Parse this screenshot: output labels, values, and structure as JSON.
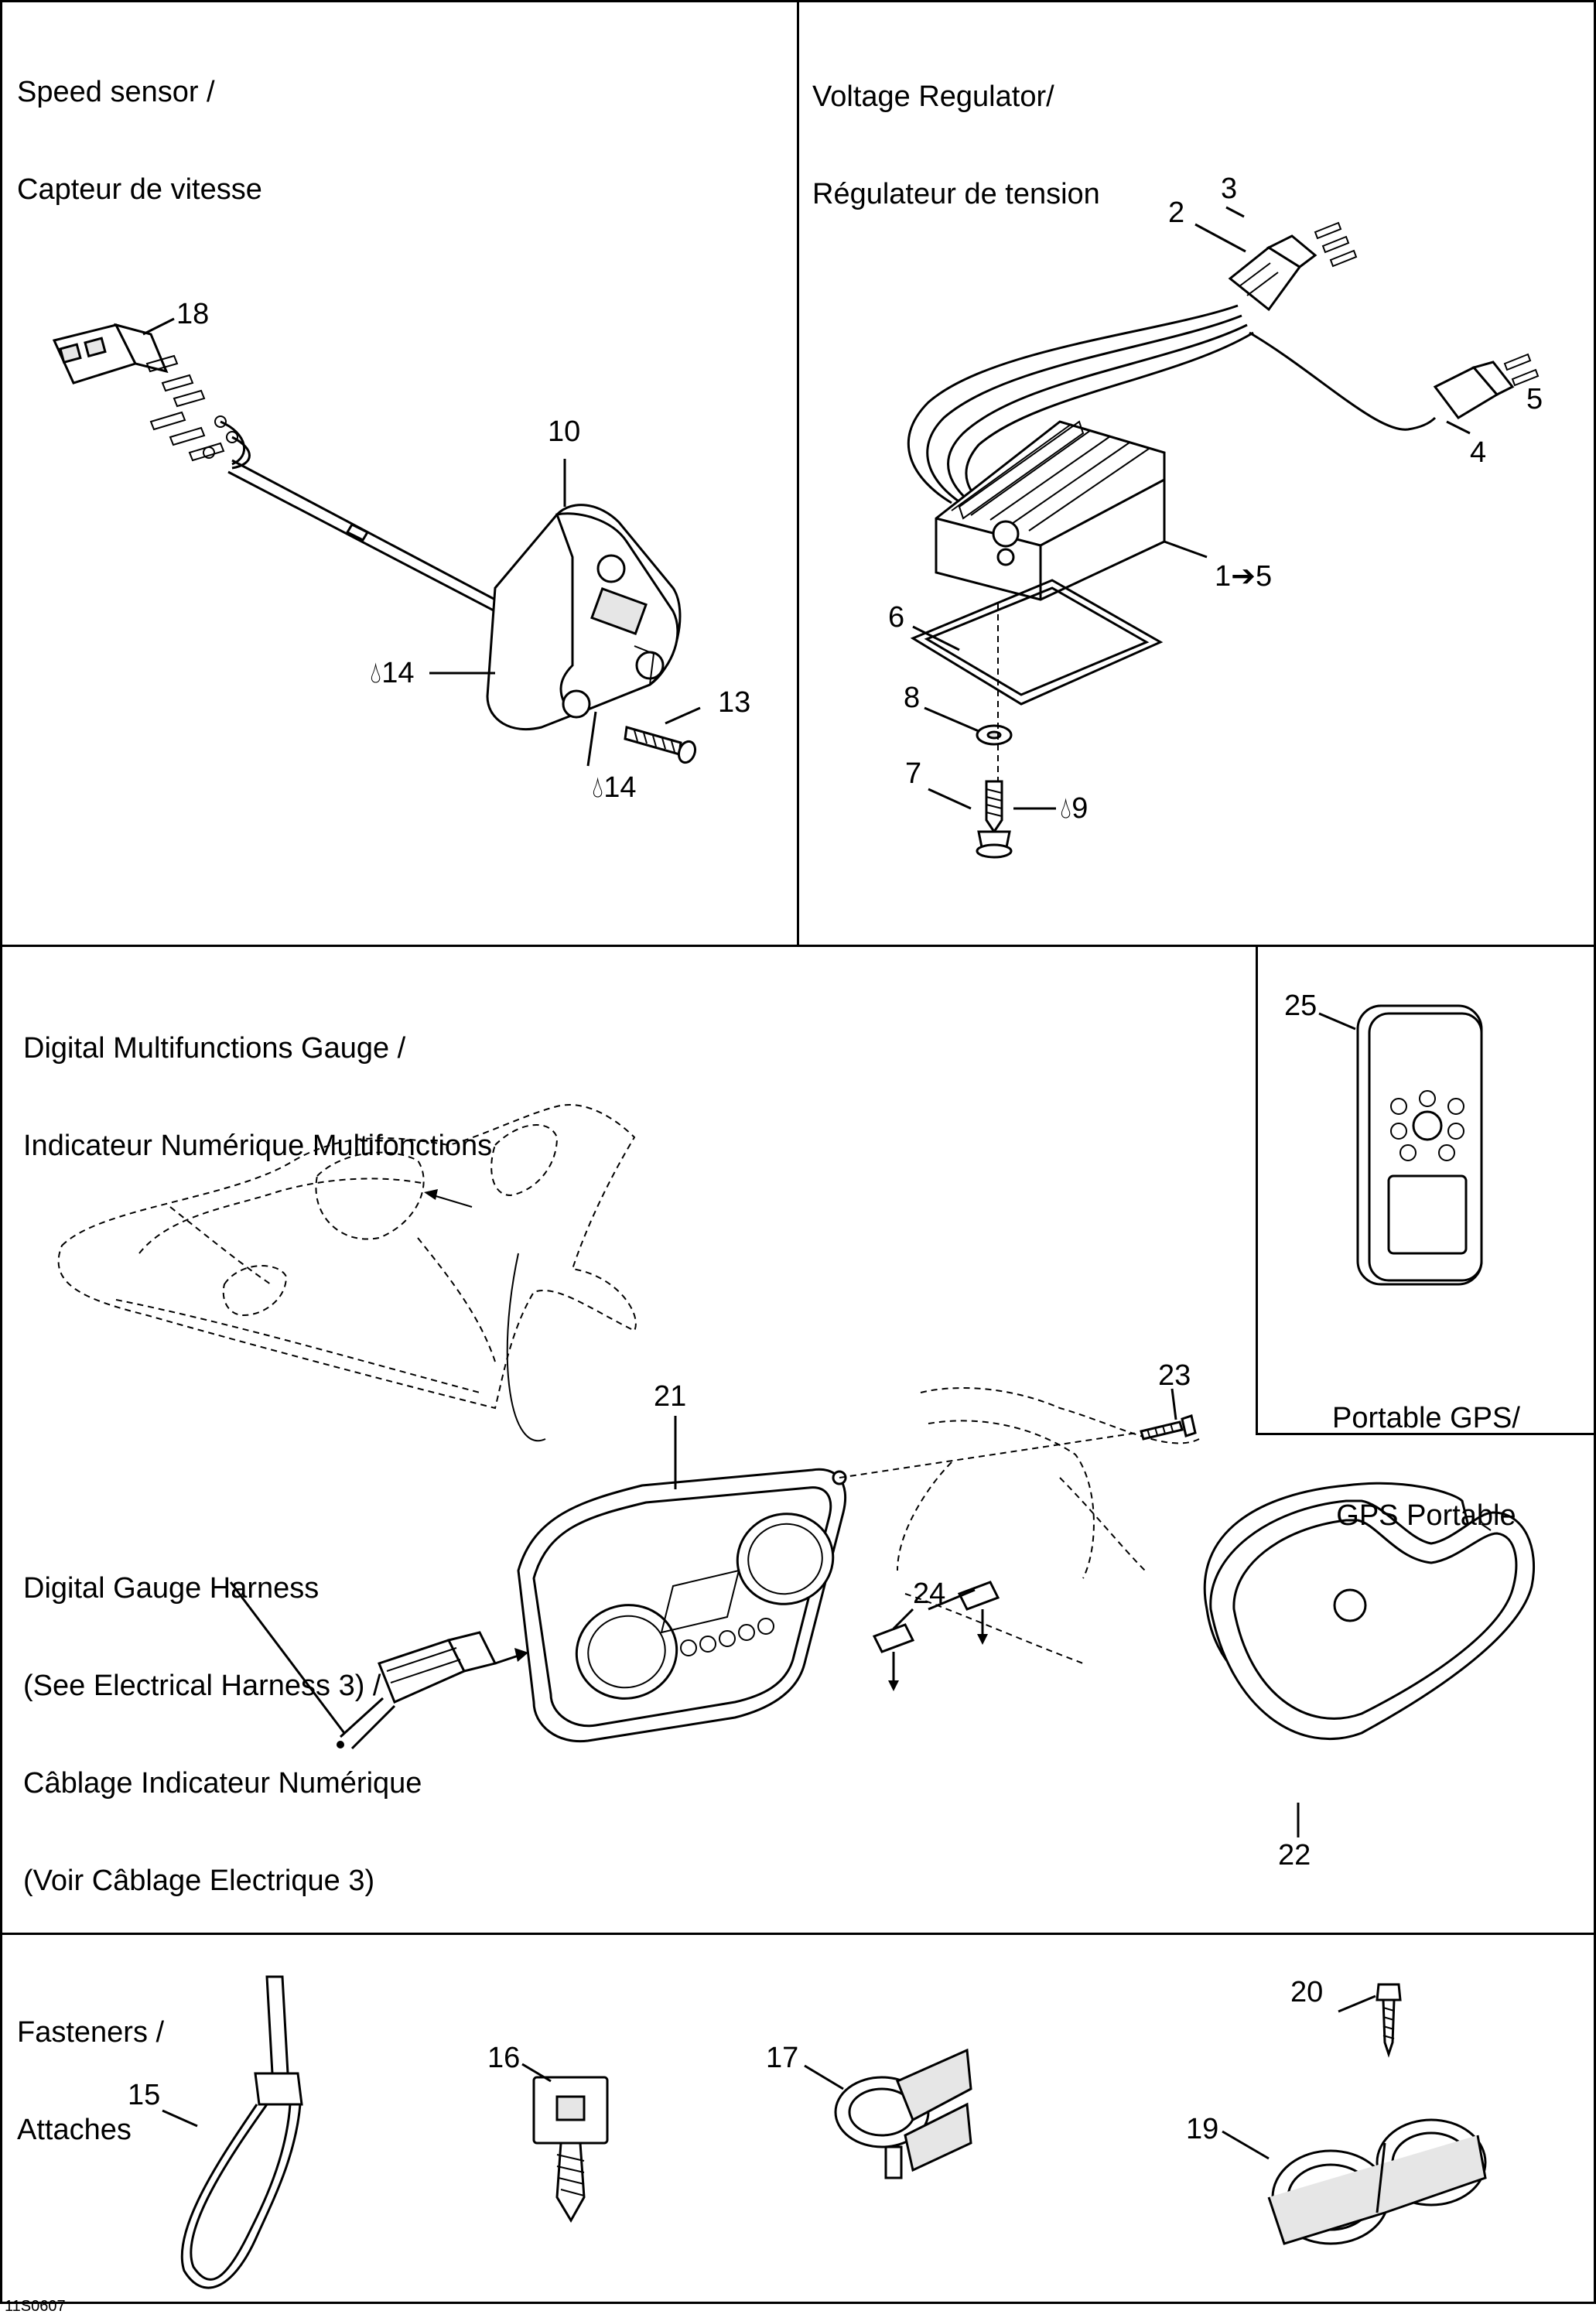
{
  "sections": {
    "speed_sensor": {
      "title_line1": "Speed sensor /",
      "title_line2": "Capteur de vitesse"
    },
    "voltage_regulator": {
      "title_line1": "Voltage Regulator/",
      "title_line2": "Régulateur de tension"
    },
    "digital_gauge": {
      "title_line1": "Digital Multifunctions Gauge /",
      "title_line2": "Indicateur Numérique Multifonctions"
    },
    "portable_gps": {
      "title_line1": "Portable GPS/",
      "title_line2": "GPS Portable"
    },
    "gauge_harness": {
      "line1": "Digital Gauge Harness",
      "line2": "(See Electrical Harness 3) /",
      "line3": "Câblage Indicateur Numérique",
      "line4": "(Voir Câblage Electrique 3)"
    },
    "fasteners": {
      "title_line1": "Fasteners /",
      "title_line2": "Attaches"
    }
  },
  "callouts": {
    "c1": "1➔5",
    "c2": "2",
    "c3": "3",
    "c4": "4",
    "c5": "5",
    "c6": "6",
    "c7": "7",
    "c8": "8",
    "c9": "9",
    "c10": "10",
    "c13": "13",
    "c14a": "14",
    "c14b": "14",
    "c15": "15",
    "c16": "16",
    "c17": "17",
    "c18": "18",
    "c19": "19",
    "c20": "20",
    "c21": "21",
    "c22": "22",
    "c23": "23",
    "c24": "24",
    "c25": "25"
  },
  "icons": {
    "fluid_drop": "drop-icon"
  },
  "footer_ref": "11S0607"
}
